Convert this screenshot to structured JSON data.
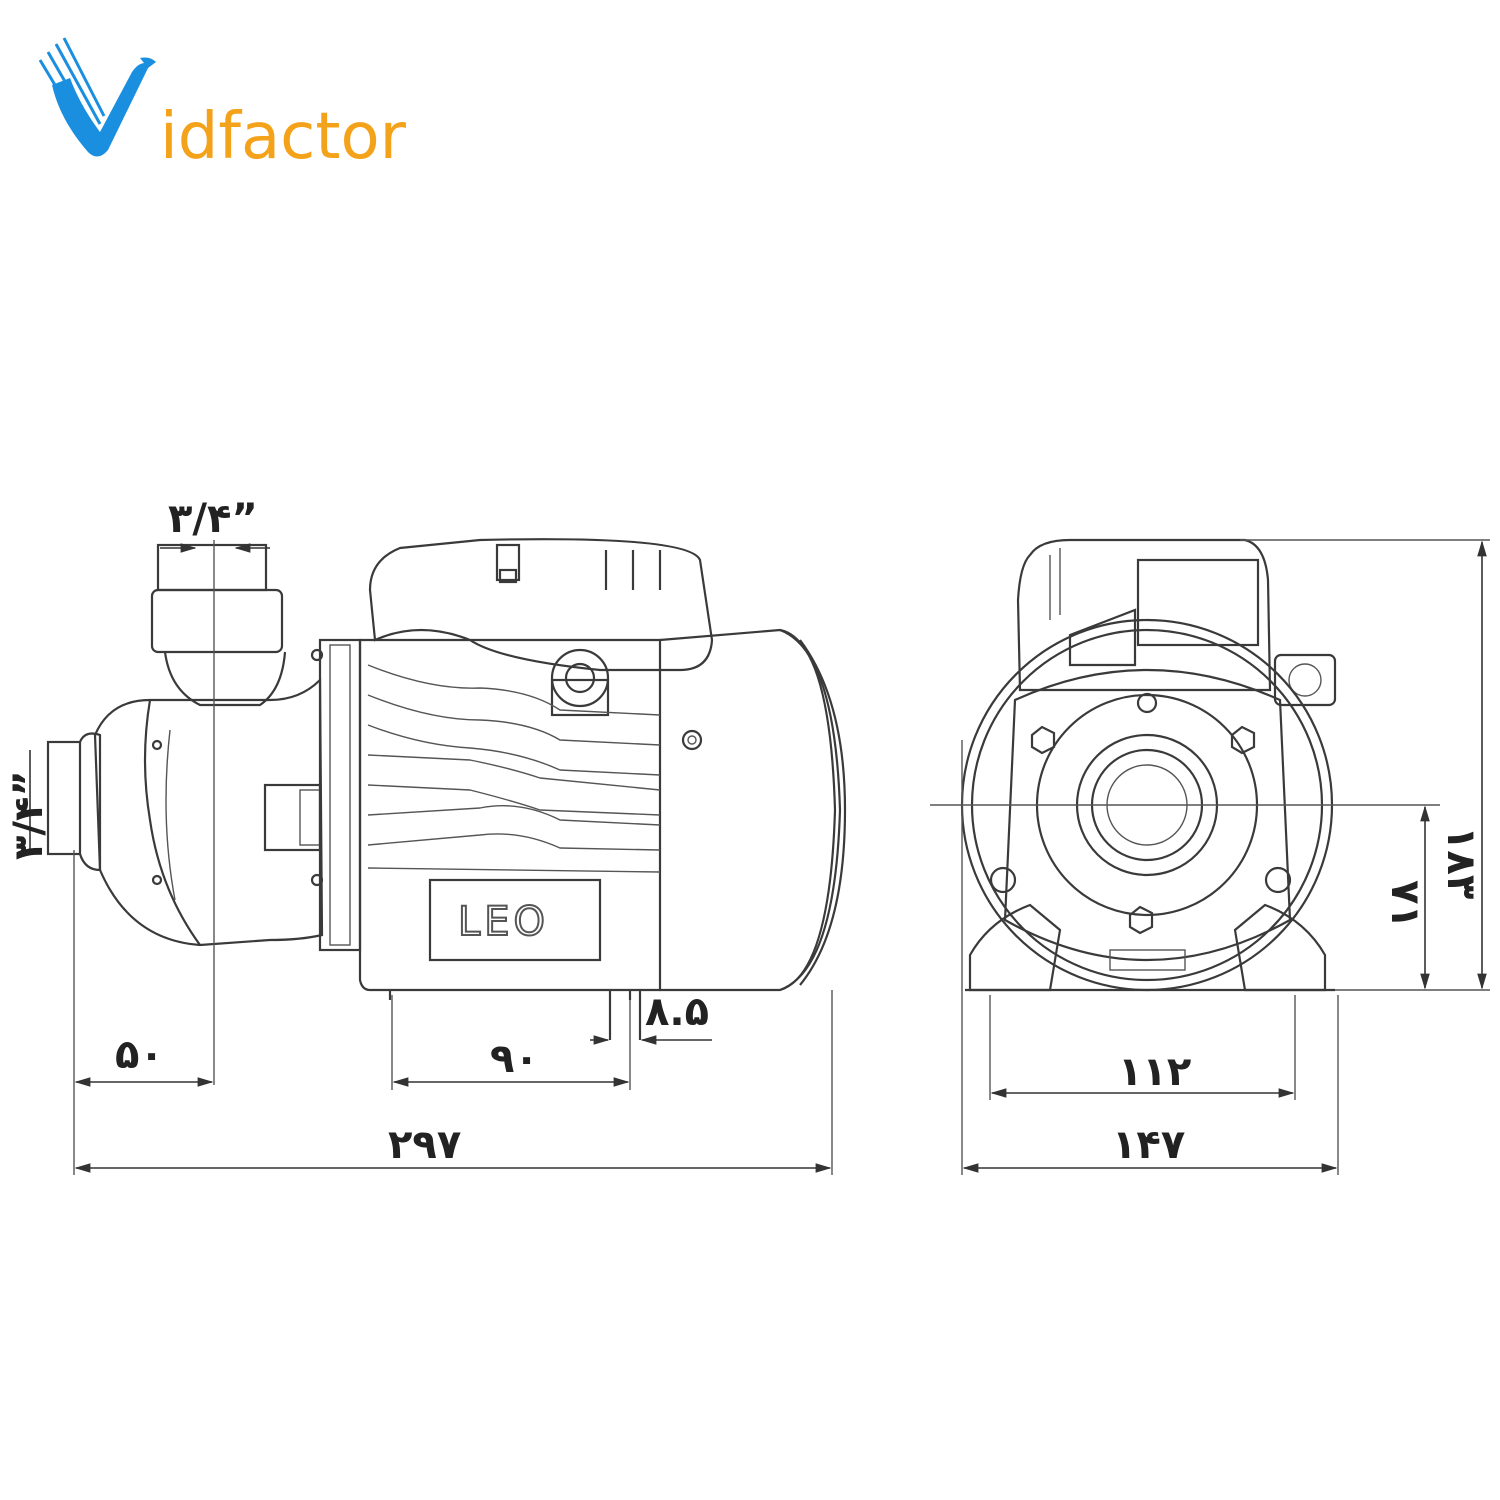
{
  "logo": {
    "text_v": "V",
    "text_rest": "idfactor",
    "color_blue": "#1a8fe0",
    "color_orange": "#f5a21b"
  },
  "side_view": {
    "brand_label": "LEO",
    "dims": {
      "top_outlet": "٣/۴”",
      "side_inlet": "٣/۴”",
      "inlet_offset": "۵۰",
      "foot_span": "۹۰",
      "foot_width": "۸.۵",
      "overall_length": "۲۹۷"
    }
  },
  "front_view": {
    "dims": {
      "overall_height": "۱۸۳",
      "axis_height": "۷۱",
      "foot_span": "۱۱۲",
      "overall_width": "۱۴۷"
    }
  },
  "colors": {
    "line": "#3a3a3a",
    "text": "#222222"
  }
}
